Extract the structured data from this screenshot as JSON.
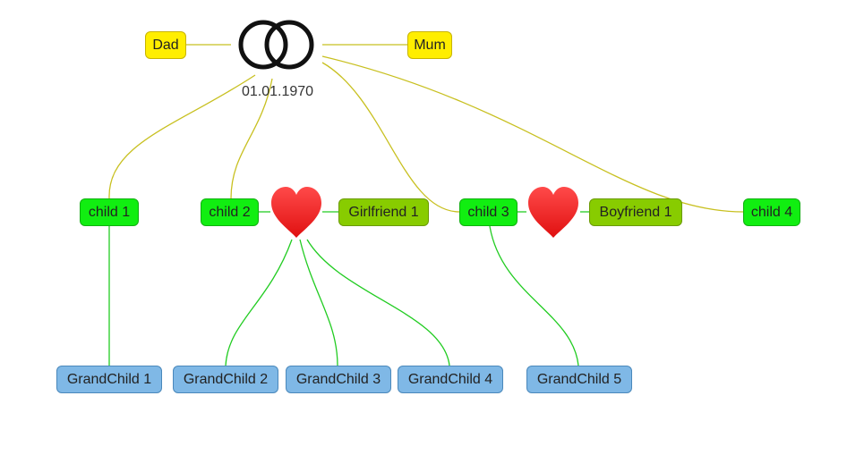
{
  "parents": {
    "dad": "Dad",
    "mum": "Mum",
    "marriage_date": "01.01.1970"
  },
  "children": [
    "child 1",
    "child 2",
    "child 3",
    "child 4"
  ],
  "partners": {
    "girlfriend": "Girlfriend 1",
    "boyfriend": "Boyfriend 1"
  },
  "grandchildren": [
    "GrandChild 1",
    "GrandChild 2",
    "GrandChild 3",
    "GrandChild 4",
    "GrandChild 5"
  ],
  "colors": {
    "parent": "#ffee00",
    "child": "#11ee11",
    "partner": "#88cc00",
    "grandchild": "#7fb8e6",
    "edge_parent": "#c8c020",
    "edge_child": "#22cc22",
    "heart": "#ee2222"
  }
}
